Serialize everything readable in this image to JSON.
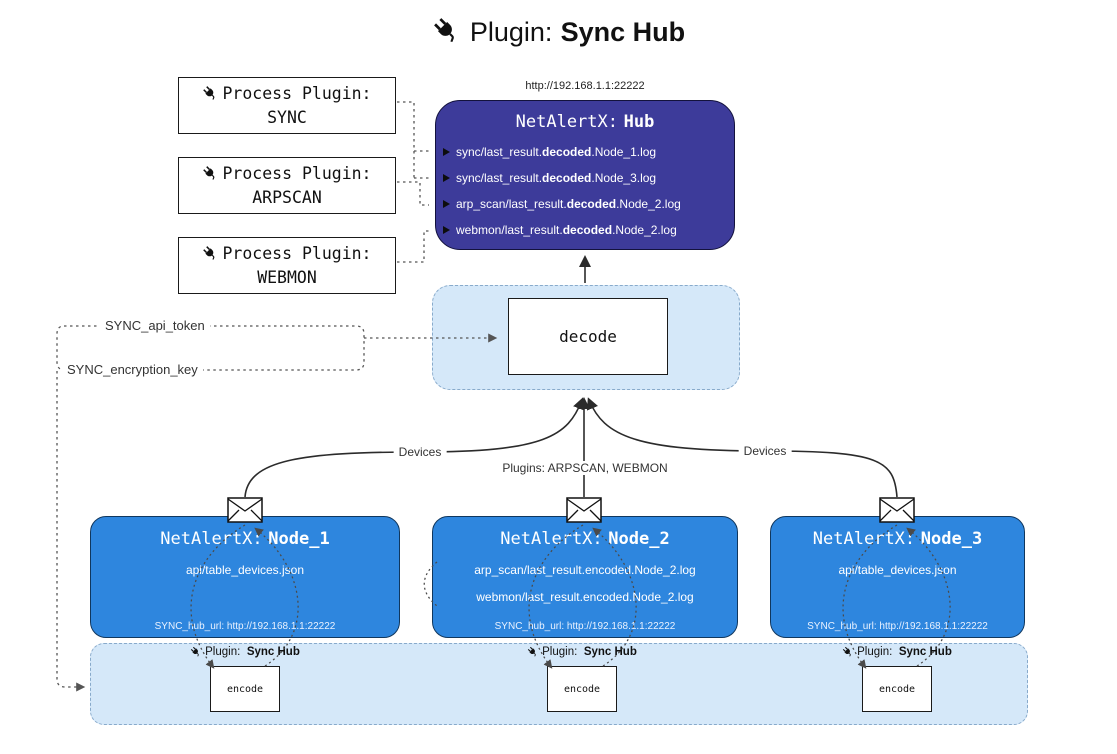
{
  "title": {
    "prefix": "Plugin:",
    "name": "Sync Hub"
  },
  "process_plugins": [
    {
      "label": "Process Plugin:",
      "name": "SYNC"
    },
    {
      "label": "Process Plugin:",
      "name": "ARPSCAN"
    },
    {
      "label": "Process Plugin:",
      "name": "WEBMON"
    }
  ],
  "hub": {
    "url": "http://192.168.1.1:22222",
    "title_prefix": "NetAlertX:",
    "title_name": "Hub",
    "files": [
      {
        "pre": "sync/last_result.",
        "bold": "decoded",
        "post": ".Node_1.log"
      },
      {
        "pre": "sync/last_result.",
        "bold": "decoded",
        "post": ".Node_3.log"
      },
      {
        "pre": "arp_scan/last_result.",
        "bold": "decoded",
        "post": ".Node_2.log"
      },
      {
        "pre": "webmon/last_result.",
        "bold": "decoded",
        "post": ".Node_2.log"
      }
    ]
  },
  "decode_label": "decode",
  "tokens": {
    "api_token": "SYNC_api_token",
    "encryption_key": "SYNC_encryption_key"
  },
  "edge_labels": {
    "devices_left": "Devices",
    "plugins_center": "Plugins: ARPSCAN, WEBMON",
    "devices_right": "Devices"
  },
  "nodes": [
    {
      "title_prefix": "NetAlertX:",
      "title_name": "Node_1",
      "files": [
        "api/table_devices.json"
      ],
      "hub_url": "SYNC_hub_url: http://192.168.1.1:22222"
    },
    {
      "title_prefix": "NetAlertX:",
      "title_name": "Node_2",
      "files": [
        "arp_scan/last_result.encoded.Node_2.log",
        "webmon/last_result.encoded.Node_2.log"
      ],
      "hub_url": "SYNC_hub_url: http://192.168.1.1:22222"
    },
    {
      "title_prefix": "NetAlertX:",
      "title_name": "Node_3",
      "files": [
        "api/table_devices.json"
      ],
      "hub_url": "SYNC_hub_url: http://192.168.1.1:22222"
    }
  ],
  "encode_groups": [
    {
      "label_prefix": "Plugin:",
      "label_name": "Sync Hub",
      "box": "encode"
    },
    {
      "label_prefix": "Plugin:",
      "label_name": "Sync Hub",
      "box": "encode"
    },
    {
      "label_prefix": "Plugin:",
      "label_name": "Sync Hub",
      "box": "encode"
    }
  ],
  "colors": {
    "hub_fill": "#3d3b9a",
    "node_fill": "#2e86de",
    "panel_fill": "#d5e8f9"
  }
}
